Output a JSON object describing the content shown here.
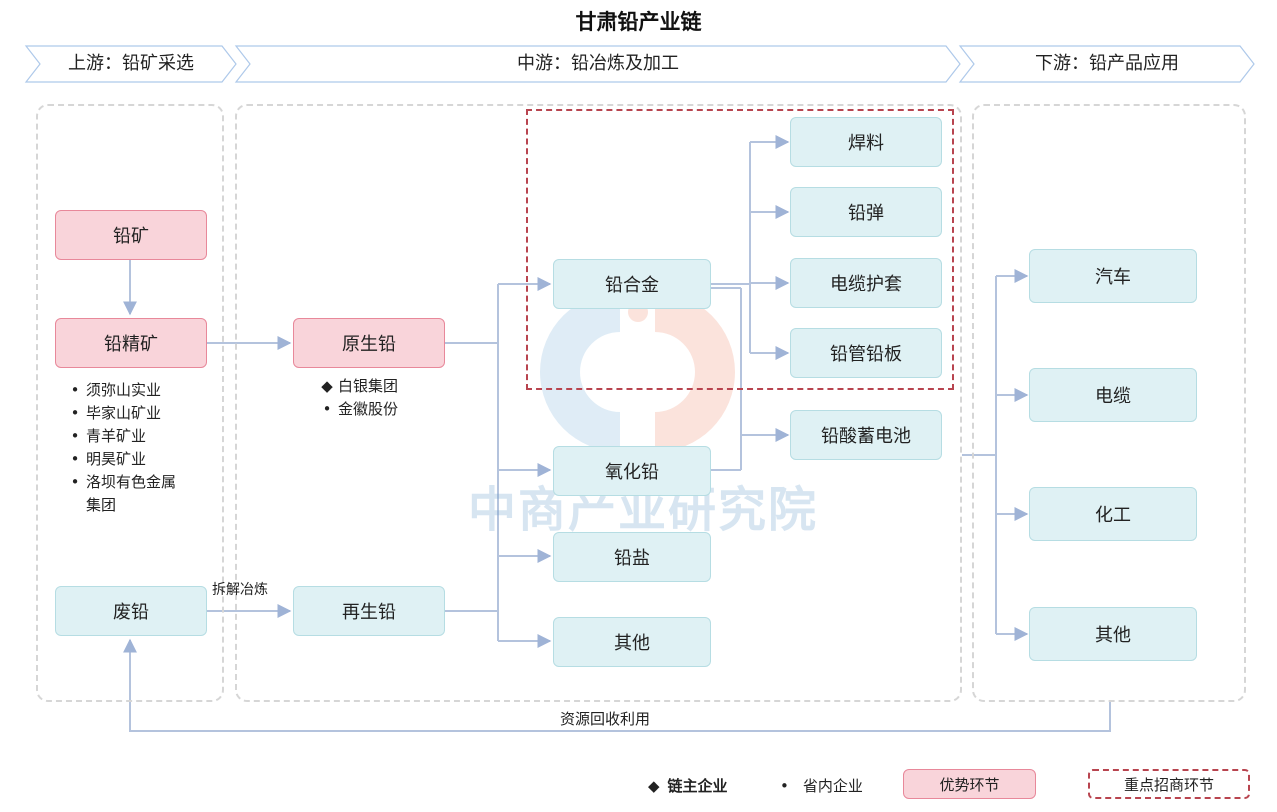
{
  "title": "甘肃铅产业链",
  "stages": {
    "upstream": "上游：铅矿采选",
    "midstream": "中游：铅冶炼及加工",
    "downstream": "下游：铅产品应用"
  },
  "upstream": {
    "lead_ore": "铅矿",
    "lead_concentrate": "铅精矿",
    "scrap_lead": "废铅",
    "companies": [
      {
        "marker": "•",
        "name": "须弥山实业"
      },
      {
        "marker": "•",
        "name": "毕家山矿业"
      },
      {
        "marker": "•",
        "name": "青羊矿业"
      },
      {
        "marker": "•",
        "name": "明昊矿业"
      },
      {
        "marker": "•",
        "name": "洛坝有色金属集团"
      }
    ]
  },
  "midstream": {
    "primary_lead": "原生铅",
    "secondary_lead": "再生铅",
    "primary_companies": [
      {
        "marker": "◆",
        "name": "白银集团"
      },
      {
        "marker": "•",
        "name": "金徽股份"
      }
    ],
    "dismantle_label": "拆解冶炼",
    "lead_alloy": "铅合金",
    "lead_oxide": "氧化铅",
    "lead_salt": "铅盐",
    "other": "其他",
    "solder": "焊料",
    "bullet": "铅弹",
    "cable_sheath": "电缆护套",
    "pipe_plate": "铅管铅板",
    "battery": "铅酸蓄电池"
  },
  "downstream": {
    "items": [
      "汽车",
      "电缆",
      "化工",
      "其他"
    ]
  },
  "recycle_label": "资源回收利用",
  "watermark": "中商产业研究院",
  "legend": {
    "chain_leader": "链主企业",
    "chain_leader_marker": "◆",
    "provincial": "省内企业",
    "provincial_marker": "•",
    "advantage": "优势环节",
    "focus": "重点招商环节"
  },
  "colors": {
    "teal_fill": "#dff1f4",
    "pink_fill": "#f9d4da",
    "focus_border": "#b8444f",
    "connector": "#b4c3dd"
  }
}
